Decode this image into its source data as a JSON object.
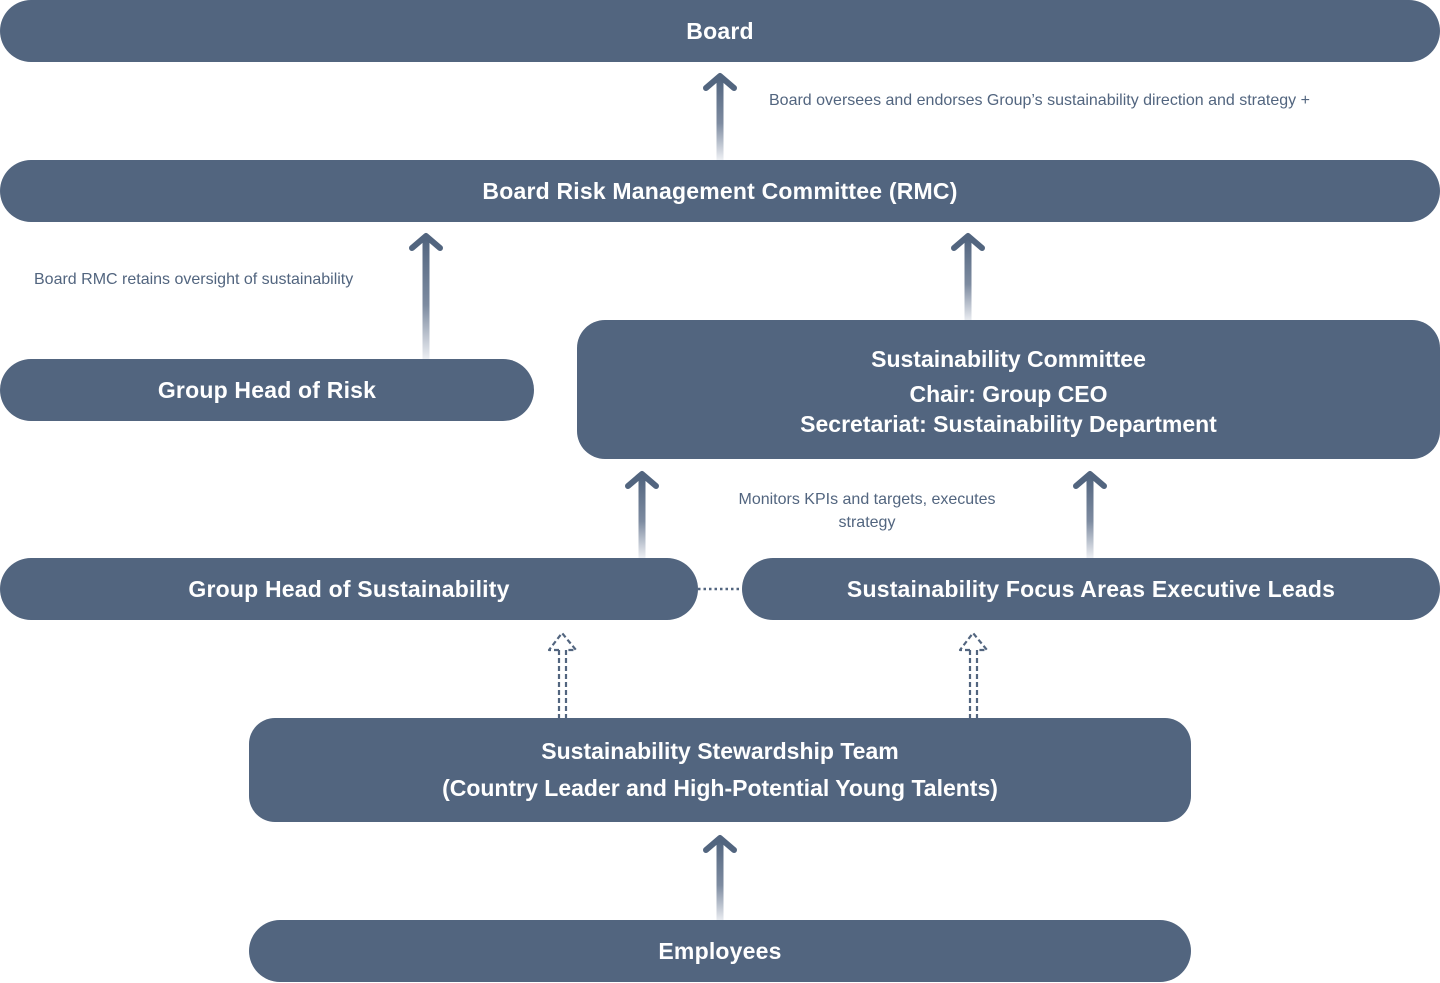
{
  "colors": {
    "node_fill": "#52657f",
    "node_text": "#ffffff",
    "note_text": "#52657f",
    "arrow": "#52657f"
  },
  "nodes": {
    "board": "Board",
    "rmc": "Board Risk Management Committee (RMC)",
    "head_of_risk": "Group Head of Risk",
    "sustainability_committee": {
      "title": "Sustainability Committee",
      "chair": "Chair: Group CEO",
      "secretariat": "Secretariat: Sustainability Department"
    },
    "head_of_sustainability": "Group Head of Sustainability",
    "focus_area_leads": "Sustainability Focus Areas Executive Leads",
    "stewardship_team": {
      "title": "Sustainability Stewardship Team",
      "subtitle": "(Country Leader and High-Potential Young Talents)"
    },
    "employees": "Employees"
  },
  "annotations": {
    "board_oversight": "Board oversees and endorses Group’s sustainability direction and strategy +",
    "rmc_oversight": "Board RMC retains oversight of sustainability",
    "monitors_line1": "Monitors KPIs and targets, executes",
    "monitors_line2": "strategy"
  },
  "connections": [
    {
      "from": "rmc",
      "to": "board",
      "style": "solid-arrow"
    },
    {
      "from": "head_of_risk",
      "to": "rmc",
      "style": "solid-arrow"
    },
    {
      "from": "sustainability_committee",
      "to": "rmc",
      "style": "solid-arrow"
    },
    {
      "from": "head_of_sustainability",
      "to": "sustainability_committee",
      "style": "solid-arrow"
    },
    {
      "from": "focus_area_leads",
      "to": "sustainability_committee",
      "style": "solid-arrow"
    },
    {
      "from": "head_of_sustainability",
      "to": "focus_area_leads",
      "style": "dotted-line"
    },
    {
      "from": "stewardship_team",
      "to": "head_of_sustainability",
      "style": "dashed-arrow"
    },
    {
      "from": "stewardship_team",
      "to": "focus_area_leads",
      "style": "dashed-arrow"
    },
    {
      "from": "employees",
      "to": "stewardship_team",
      "style": "solid-arrow"
    }
  ]
}
